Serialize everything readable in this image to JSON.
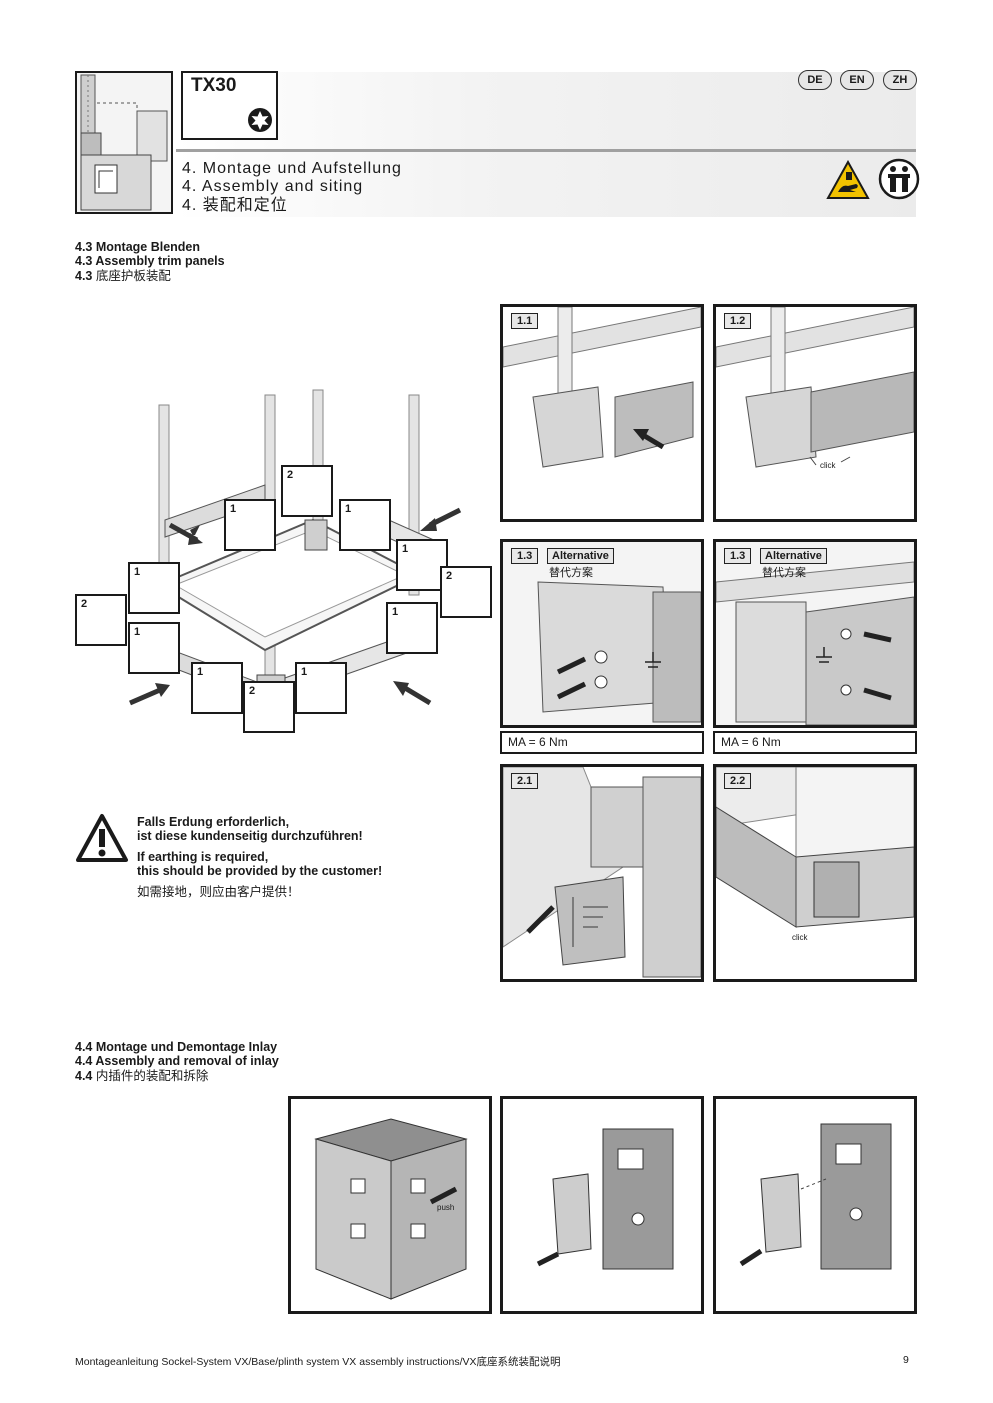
{
  "header": {
    "code": "TX30",
    "languages": [
      "DE",
      "EN",
      "ZH"
    ],
    "title_de": "4. Montage und Aufstellung",
    "title_en": "4. Assembly and siting",
    "title_zh": "4. 装配和定位"
  },
  "section_43": {
    "de": "4.3 Montage Blenden",
    "en": "4.3 Assembly trim panels",
    "zh_num": "4.3",
    "zh": " 底座护板装配",
    "callouts": [
      "1",
      "2"
    ]
  },
  "steps": {
    "s11": "1.1",
    "s12": "1.2",
    "s13a": "1.3",
    "s13b": "1.3",
    "s21": "2.1",
    "s22": "2.2",
    "alternative_en": "Alternative",
    "alternative_zh": "替代方案",
    "torque": "MA = 6 Nm",
    "click": "click"
  },
  "warning": {
    "de_line1": "Falls Erdung erforderlich,",
    "de_line2": "ist diese kundenseitig durchzuführen!",
    "en_line1": "If earthing is required,",
    "en_line2": "this should be provided by the customer!",
    "zh": "如需接地，则应由客户提供！"
  },
  "section_44": {
    "de": "4.4 Montage und Demontage Inlay",
    "en": "4.4 Assembly and removal of inlay",
    "zh_num": "4.4",
    "zh": " 内插件的装配和拆除",
    "push_label": "push"
  },
  "footer": {
    "text": "Montageanleitung Sockel-System VX/Base/plinth system VX assembly instructions/VX底座系统装配说明",
    "page": "9"
  }
}
